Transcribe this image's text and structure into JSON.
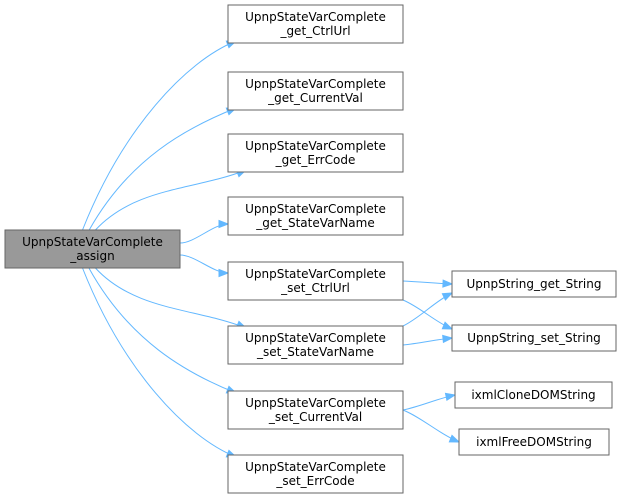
{
  "diagram": {
    "root": {
      "id": "assign",
      "lines": [
        "UpnpStateVarComplete",
        "_assign"
      ],
      "highlighted": true
    },
    "nodes": [
      {
        "id": "get_CtrlUrl",
        "lines": [
          "UpnpStateVarComplete",
          "_get_CtrlUrl"
        ]
      },
      {
        "id": "get_CurrentVal",
        "lines": [
          "UpnpStateVarComplete",
          "_get_CurrentVal"
        ]
      },
      {
        "id": "get_ErrCode",
        "lines": [
          "UpnpStateVarComplete",
          "_get_ErrCode"
        ]
      },
      {
        "id": "get_StateVarName",
        "lines": [
          "UpnpStateVarComplete",
          "_get_StateVarName"
        ]
      },
      {
        "id": "set_CtrlUrl",
        "lines": [
          "UpnpStateVarComplete",
          "_set_CtrlUrl"
        ]
      },
      {
        "id": "set_StateVarName",
        "lines": [
          "UpnpStateVarComplete",
          "_set_StateVarName"
        ]
      },
      {
        "id": "set_CurrentVal",
        "lines": [
          "UpnpStateVarComplete",
          "_set_CurrentVal"
        ]
      },
      {
        "id": "set_ErrCode",
        "lines": [
          "UpnpStateVarComplete",
          "_set_ErrCode"
        ]
      },
      {
        "id": "String_get",
        "lines": [
          "UpnpString_get_String"
        ]
      },
      {
        "id": "String_set",
        "lines": [
          "UpnpString_set_String"
        ]
      },
      {
        "id": "ixmlClone",
        "lines": [
          "ixmlCloneDOMString"
        ]
      },
      {
        "id": "ixmlFree",
        "lines": [
          "ixmlFreeDOMString"
        ]
      }
    ],
    "edges": [
      {
        "from": "assign",
        "to": "get_CtrlUrl"
      },
      {
        "from": "assign",
        "to": "get_CurrentVal"
      },
      {
        "from": "assign",
        "to": "get_ErrCode"
      },
      {
        "from": "assign",
        "to": "get_StateVarName"
      },
      {
        "from": "assign",
        "to": "set_CtrlUrl"
      },
      {
        "from": "assign",
        "to": "set_StateVarName"
      },
      {
        "from": "assign",
        "to": "set_CurrentVal"
      },
      {
        "from": "assign",
        "to": "set_ErrCode"
      },
      {
        "from": "set_CtrlUrl",
        "to": "String_get"
      },
      {
        "from": "set_CtrlUrl",
        "to": "String_set"
      },
      {
        "from": "set_StateVarName",
        "to": "String_get"
      },
      {
        "from": "set_StateVarName",
        "to": "String_set"
      },
      {
        "from": "set_CurrentVal",
        "to": "ixmlClone"
      },
      {
        "from": "set_CurrentVal",
        "to": "ixmlFree"
      }
    ],
    "colors": {
      "edge": "#63b8ff",
      "node_border": "#666666",
      "node_fill": "#ffffff",
      "root_fill": "#999999"
    }
  }
}
